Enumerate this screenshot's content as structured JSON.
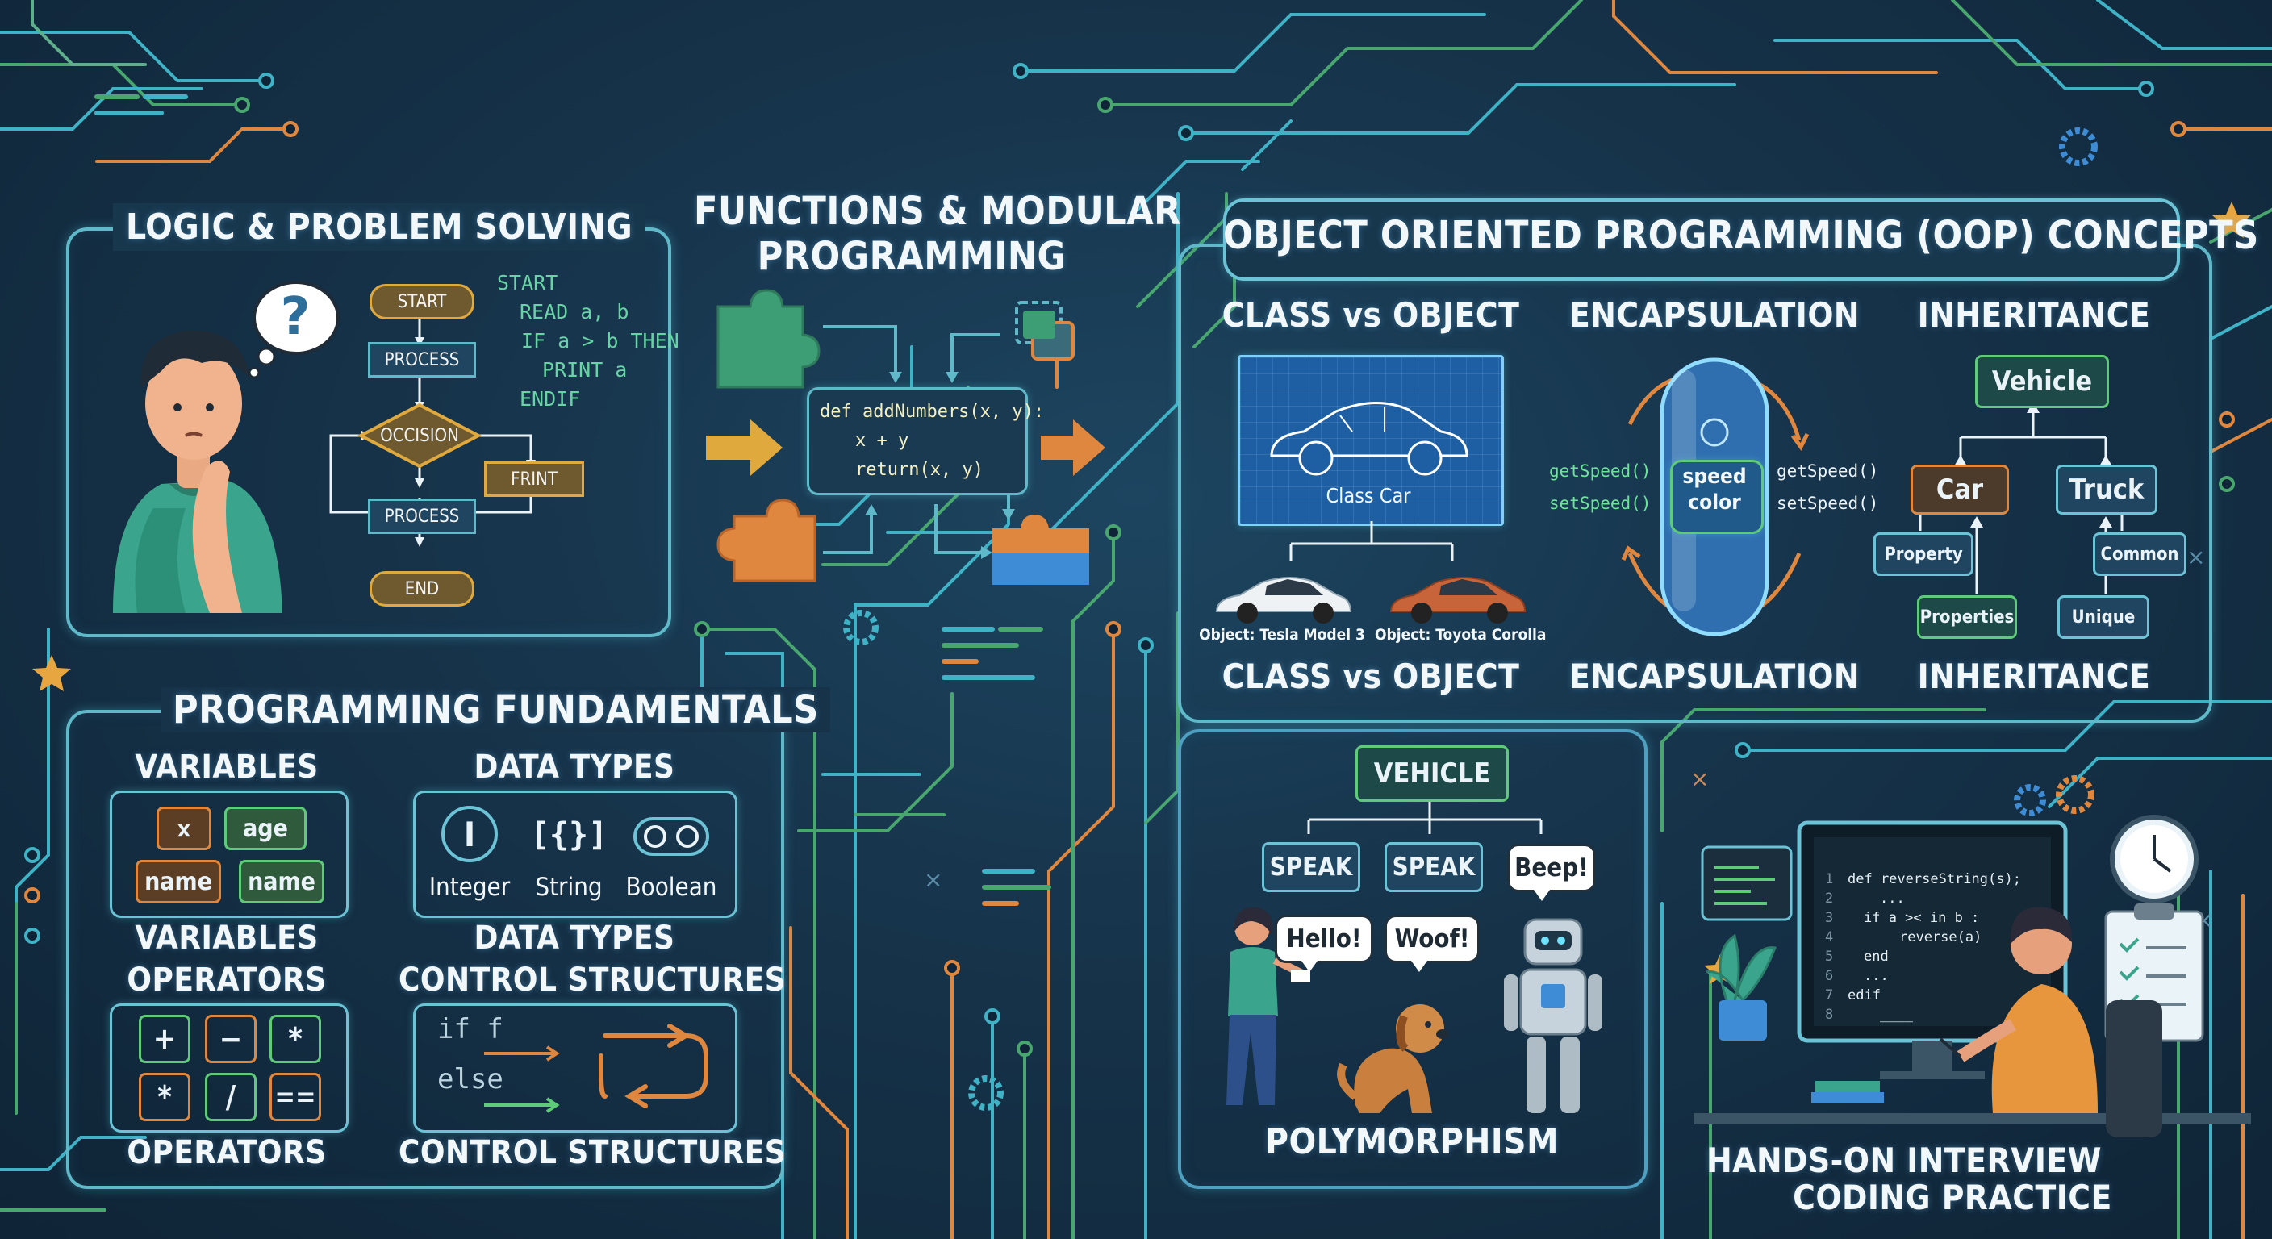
{
  "logic": {
    "title": "LOGIC & PROBLEM SOLVING",
    "thought": "?",
    "flow": {
      "start": "START",
      "process1": "PROCESS",
      "decision": "OCCISION",
      "print": "FRINT",
      "process2": "PROCESS",
      "end": "END"
    },
    "pseudo": [
      "START",
      "READ a, b",
      "IF  a > b THEN",
      "PRINT a",
      "ENDIF"
    ]
  },
  "functions": {
    "title_line1": "FUNCTIONS & MODULAR",
    "title_line2": "PROGRAMMING",
    "code": [
      "def addNumbers(x, y):",
      "x + y",
      "return(x, y)"
    ]
  },
  "fundamentals": {
    "title": "PROGRAMMING FUNDAMENTALS",
    "variables": {
      "title": "VARIABLES",
      "items": [
        "x",
        "age",
        "name",
        "name"
      ],
      "caption": "VARIABLES"
    },
    "data_types": {
      "title": "DATA TYPES",
      "items": [
        {
          "icon": "I",
          "label": "Integer"
        },
        {
          "icon": "[{}]",
          "label": "String"
        },
        {
          "icon": "oo",
          "label": "Boolean"
        }
      ],
      "caption": "DATA TYPES"
    },
    "operators": {
      "title": "OPERATORS",
      "items": [
        "+",
        "−",
        "*",
        "*",
        "/",
        "=="
      ],
      "caption": "OPERATORS"
    },
    "control": {
      "title": "CONTROL STRUCTURES",
      "code": [
        "if f",
        "else"
      ],
      "caption": "CONTROL STRUCTURES"
    }
  },
  "oop": {
    "title": "OBJECT ORIENTED PROGRAMMING (OOP) CONCEPTS",
    "class_object": {
      "title": "CLASS vs OBJECT",
      "class_label": "Class Car",
      "object1": "Object: Tesla Model 3",
      "object2": "Object: Toyota Corolla",
      "caption": "CLASS vs OBJECT"
    },
    "encapsulation": {
      "title": "ENCAPSULATION",
      "left_methods": [
        "getSpeed()",
        "setSpeed()"
      ],
      "right_methods": [
        "getSpeed()",
        "setSpeed()"
      ],
      "fields": [
        "speed",
        "color"
      ],
      "caption": "ENCAPSULATION"
    },
    "inheritance": {
      "title": "INHERITANCE",
      "root": "Vehicle",
      "left": "Car",
      "right": "Truck",
      "left_children": [
        "Property",
        "Properties"
      ],
      "right_children": [
        "Common",
        "Unique"
      ],
      "caption": "INHERITANCE"
    },
    "polymorphism": {
      "root": "VEHICLE",
      "methods": [
        "SPEAK",
        "SPEAK",
        "Beep!"
      ],
      "bubbles": [
        "Hello!",
        "Woof!"
      ],
      "caption": "POLYMORPHISM"
    }
  },
  "practice": {
    "caption_line1": "HANDS-ON INTERVIEW",
    "caption_line2": "CODING PRACTICE",
    "line_numbers": [
      "1",
      "2",
      "3",
      "4",
      "5",
      "6",
      "7",
      "8"
    ],
    "code": [
      "def reverseString(s);",
      "...",
      "if a >< in b :",
      "reverse(a)",
      "end",
      "...",
      "edif",
      "____"
    ]
  }
}
